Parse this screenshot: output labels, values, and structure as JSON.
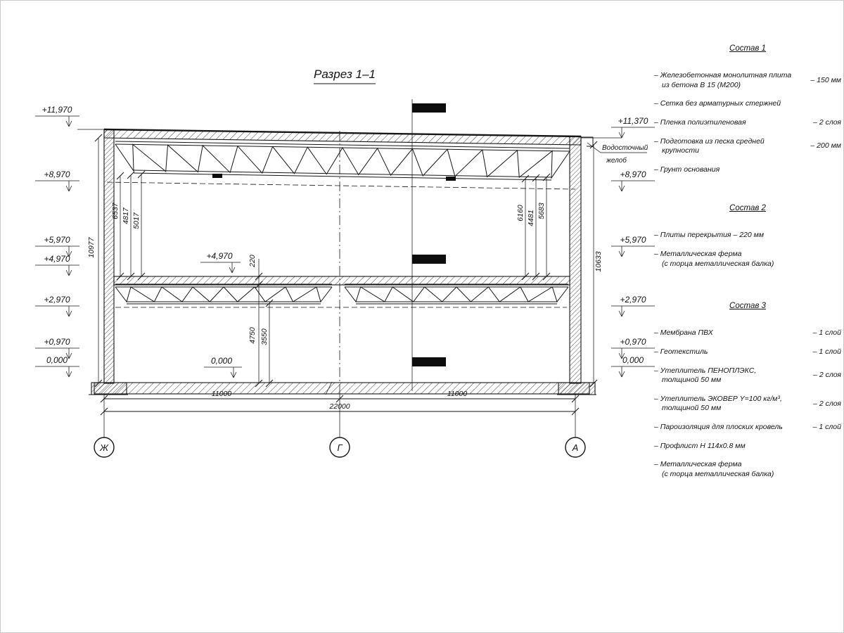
{
  "title": "Разрез 1–1",
  "marks": {
    "left": [
      "+11,970",
      "+8,970",
      "+5,970",
      "+4,970",
      "+2,970",
      "+0,970",
      "0,000"
    ],
    "right": [
      "+11,370",
      "+8,970",
      "+5,970",
      "+2,970",
      "+0,970",
      "0,000"
    ],
    "inner_floor": "+4,970",
    "inner_zero": "0,000"
  },
  "dims": {
    "left_group": [
      "6537",
      "4817",
      "5017"
    ],
    "right_group": [
      "6160",
      "4481",
      "5683"
    ],
    "height_left": "10977",
    "height_right": "10633",
    "slab_thickness": "220",
    "floor_to_ground": "4750",
    "truss_to_ground": "3550",
    "span_left": "11000",
    "span_right": "11000",
    "span_total": "22000"
  },
  "axes": [
    "Ж",
    "Г",
    "А"
  ],
  "gutter_label": [
    "Водосточный",
    "желоб"
  ],
  "panels": [
    {
      "header": "Состав 1",
      "items": [
        {
          "text": "– Железобетонная  монолитная плита\nиз бетона В 15 (М200)",
          "value": "– 150 мм"
        },
        {
          "text": "– Сетка без арматурных стержней",
          "value": ""
        },
        {
          "text": "– Пленка полиэтиленовая",
          "value": "– 2 слоя"
        },
        {
          "text": "– Подготовка из песка средней\nкрупности",
          "value": "– 200 мм"
        },
        {
          "text": "– Грунт основания",
          "value": ""
        }
      ]
    },
    {
      "header": "Состав 2",
      "items": [
        {
          "text": "– Плиты перекрытия – 220 мм",
          "value": ""
        },
        {
          "text": "– Металлическая ферма\n(с торца металлическая балка)",
          "value": ""
        }
      ]
    },
    {
      "header": "Состав 3",
      "items": [
        {
          "text": "– Мембрана ПВХ",
          "value": "– 1 слой"
        },
        {
          "text": "– Геотекстиль",
          "value": "– 1 слой"
        },
        {
          "text": "– Утеплитель ПЕНОПЛЭКС,\nтолщиной 50 мм",
          "value": "– 2 слоя"
        },
        {
          "text": "– Утеплитель ЭКОВЕР Y=100 кг/м³,\nтолщиной 50 мм",
          "value": "– 2 слоя"
        },
        {
          "text": "– Пароизоляция для плоских кровель",
          "value": "– 1 слой"
        },
        {
          "text": "– Профлист Н 114х0.8 мм",
          "value": ""
        },
        {
          "text": "– Металлическая ферма\n(с торца металлическая балка)",
          "value": ""
        }
      ]
    }
  ]
}
